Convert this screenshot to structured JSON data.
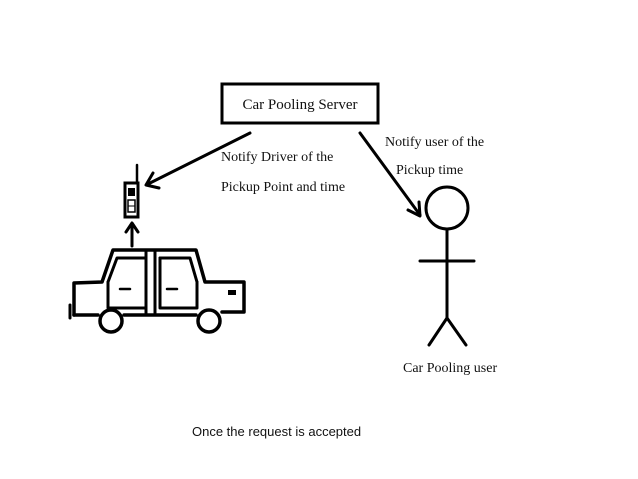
{
  "server": {
    "label": "Car Pooling Server"
  },
  "edges": {
    "driver_notify": [
      "Notify Driver of the",
      "Pickup Point and time"
    ],
    "user_notify": [
      "Notify user of the",
      "Pickup time"
    ]
  },
  "user": {
    "label": "Car Pooling user"
  },
  "caption": "Once the request is accepted",
  "icons": {
    "driver_device": "mobile-phone-icon",
    "vehicle": "car-icon",
    "person": "stick-figure-icon"
  },
  "colors": {
    "ink": "#000000",
    "background": "#ffffff"
  }
}
